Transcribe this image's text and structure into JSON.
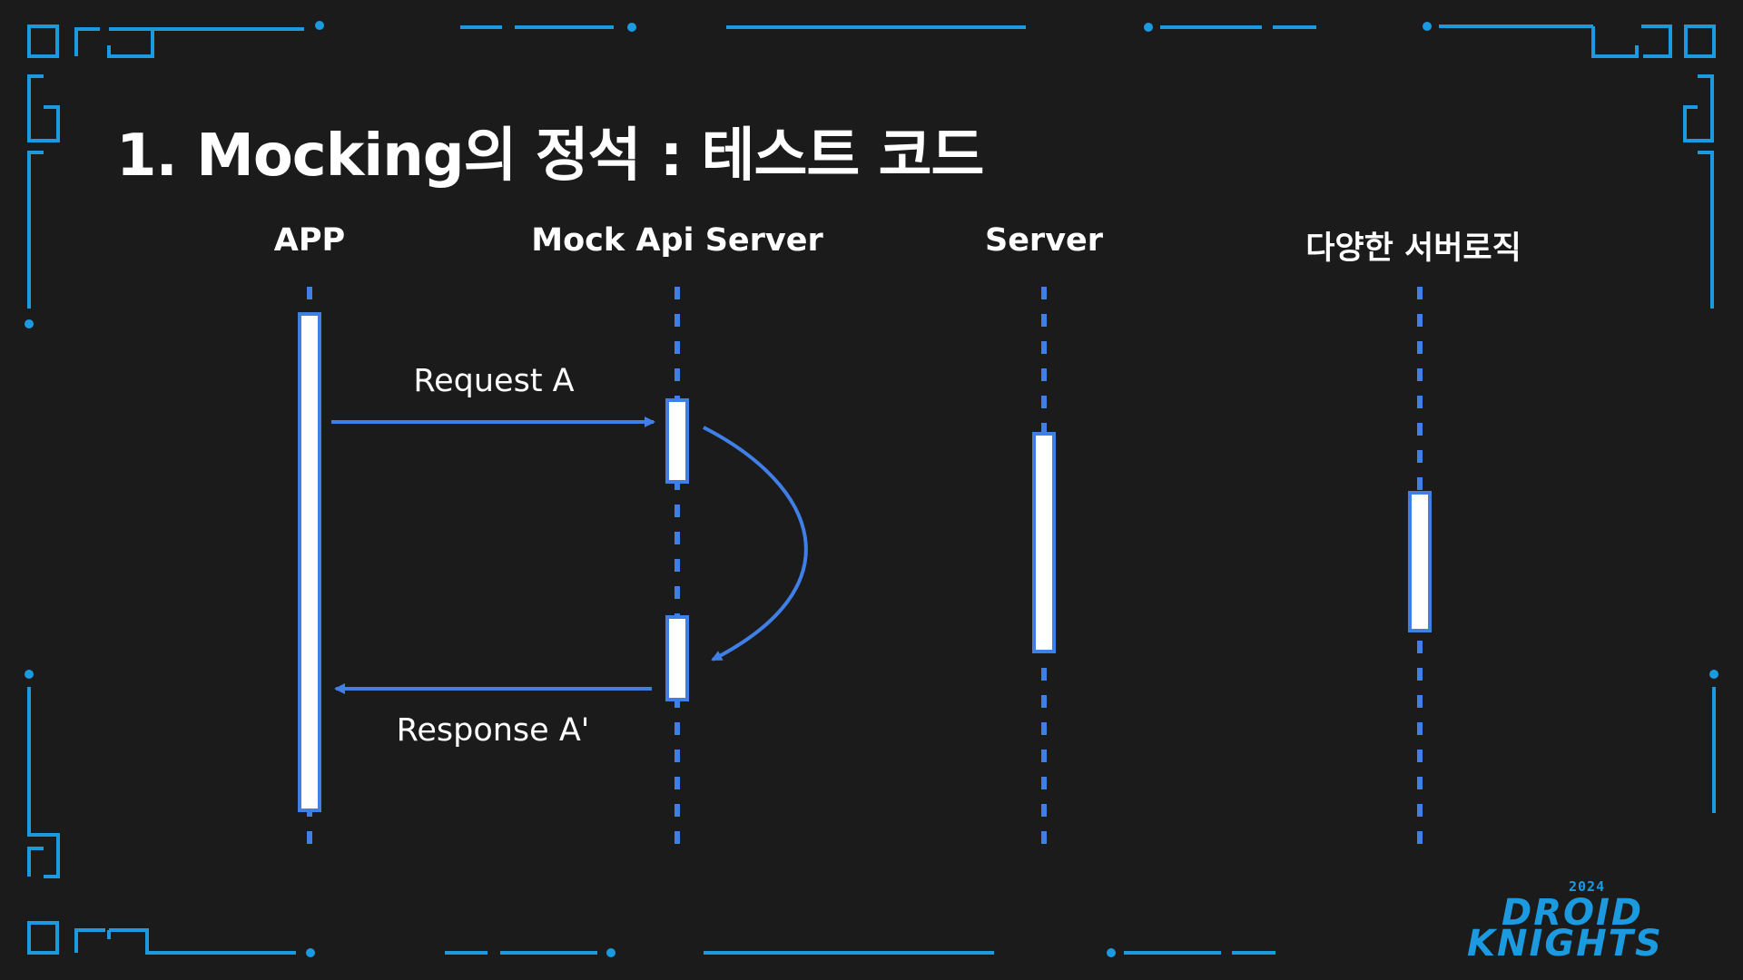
{
  "slide": {
    "title": "1. Mocking의 정석 : 테스트 코드"
  },
  "participants": [
    {
      "id": "app",
      "label": "APP"
    },
    {
      "id": "mock",
      "label": "Mock Api Server"
    },
    {
      "id": "server",
      "label": "Server"
    },
    {
      "id": "logic",
      "label": "다양한 서버로직"
    }
  ],
  "messages": {
    "request": "Request A",
    "response": "Response A'"
  },
  "logo": {
    "year": "2024",
    "line1": "DROID",
    "line2": "KNIGHTS"
  },
  "colors": {
    "background": "#1b1b1c",
    "frame": "#1b9ae0",
    "diagram": "#3f7fe6",
    "text": "#ffffff"
  }
}
